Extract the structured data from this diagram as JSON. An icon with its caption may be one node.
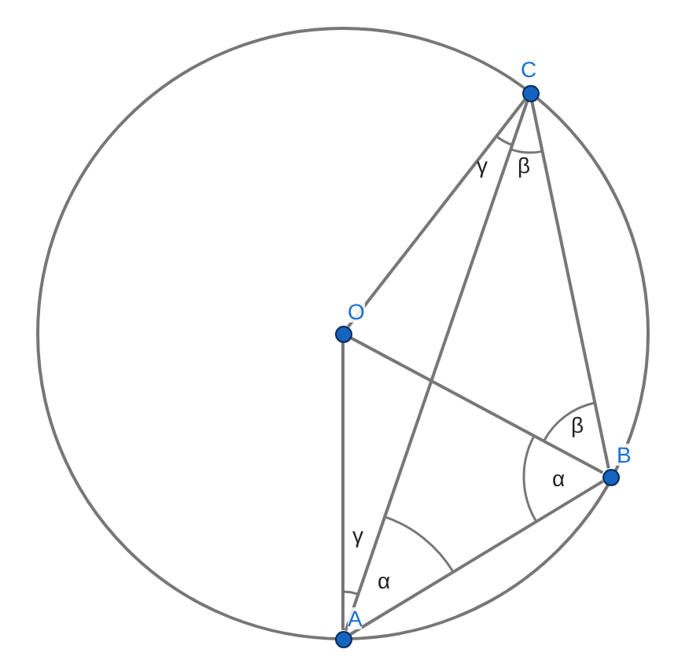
{
  "diagram": {
    "nodes": [
      {
        "text": [
          "C"
        ]
      },
      {
        "text": [
          "O"
        ]
      },
      {
        "text": [
          "B"
        ]
      },
      {
        "text": [
          "A"
        ]
      }
    ],
    "edges": [
      {
        "from": 1,
        "to": 0,
        "arrow": "none"
      },
      {
        "from": 3,
        "to": 0,
        "arrow": "none"
      },
      {
        "from": 0,
        "to": 2,
        "arrow": "none"
      },
      {
        "from": 1,
        "to": 2,
        "arrow": "none"
      },
      {
        "from": 1,
        "to": 3,
        "arrow": "none"
      },
      {
        "from": 3,
        "to": 2,
        "arrow": "none"
      }
    ],
    "labels": [
      "γ",
      "β",
      "β",
      "α",
      "γ",
      "α"
    ]
  }
}
